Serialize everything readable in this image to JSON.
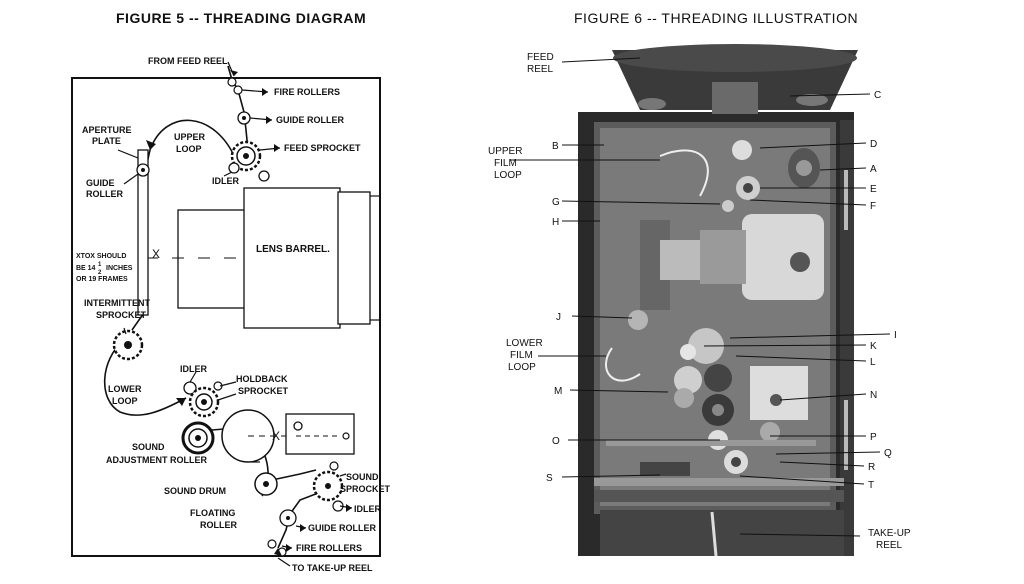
{
  "figure5": {
    "title": "FIGURE 5 -- THREADING DIAGRAM",
    "labels": {
      "from_feed_reel": "FROM FEED REEL",
      "fire_rollers_top": "FIRE ROLLERS",
      "guide_roller_top": "GUIDE ROLLER",
      "feed_sprocket": "FEED SPROCKET",
      "aperture_plate_1": "APERTURE",
      "aperture_plate_2": "PLATE",
      "upper_loop_1": "UPPER",
      "upper_loop_2": "LOOP",
      "guide_roller_left_1": "GUIDE",
      "guide_roller_left_2": "ROLLER",
      "idler_top": "IDLER",
      "lens_barrel": "LENS BARREL.",
      "x_mark_left": "X",
      "x_to_x_1": "XTOX SHOULD",
      "x_to_x_2a": "BE 14",
      "x_to_x_2b": "INCHES",
      "x_to_x_frac_num": "1",
      "x_to_x_frac_den": "2",
      "x_to_x_3": "OR 19 FRAMES",
      "intermittent_1": "INTERMITTENT",
      "intermittent_2": "SPROCKET",
      "idler_mid": "IDLER",
      "holdback_1": "HOLDBACK",
      "holdback_2": "SPROCKET",
      "lower_loop_1": "LOWER",
      "lower_loop_2": "LOOP",
      "sound_adj_1": "SOUND",
      "sound_adj_2": "ADJUSTMENT ROLLER",
      "x_mark_right": "X",
      "sound_drum": "SOUND DRUM",
      "sound_sprocket_1": "SOUND",
      "sound_sprocket_2": "SPROCKET",
      "floating_1": "FLOATING",
      "floating_2": "ROLLER",
      "idler_low": "IDLER",
      "guide_roller_low": "GUIDE ROLLER",
      "fire_rollers_bottom": "FIRE ROLLERS",
      "to_takeup": "TO TAKE-UP REEL"
    }
  },
  "figure6": {
    "title": "FIGURE 6 -- THREADING ILLUSTRATION",
    "left_labels": {
      "feed_reel_1": "FEED",
      "feed_reel_2": "REEL",
      "b": "B",
      "upper_film_loop_1": "UPPER",
      "upper_film_loop_2": "FILM",
      "upper_film_loop_3": "LOOP",
      "g": "G",
      "h": "H",
      "j": "J",
      "lower_film_loop_1": "LOWER",
      "lower_film_loop_2": "FILM",
      "lower_film_loop_3": "LOOP",
      "m": "M",
      "o": "O",
      "s": "S"
    },
    "right_labels": {
      "c": "C",
      "d": "D",
      "a": "A",
      "e": "E",
      "f": "F",
      "i": "I",
      "k": "K",
      "l": "L",
      "n": "N",
      "p": "P",
      "q": "Q",
      "r": "R",
      "t": "T",
      "takeup_reel_1": "TAKE-UP",
      "takeup_reel_2": "REEL"
    }
  }
}
